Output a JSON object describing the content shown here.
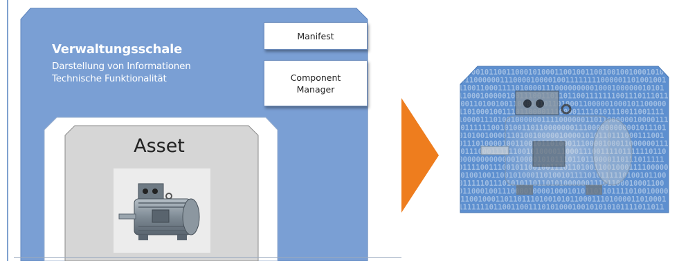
{
  "admin_shell": {
    "title": "Verwaltungsschale",
    "lines": [
      "Darstellung von Informationen",
      "Technische Funktionalität"
    ],
    "color": "#7a9fd4"
  },
  "boxes": {
    "manifest": "Manifest",
    "component_manager": "Component\nManager"
  },
  "asset": {
    "label": "Asset",
    "icon": "electric-motor-icon"
  },
  "arrow": {
    "color": "#ee7d1e",
    "icon": "arrow-right-icon"
  },
  "digital_twin": {
    "background_color": "#5d8fcf",
    "icon": "electric-motor-binary-icon"
  }
}
